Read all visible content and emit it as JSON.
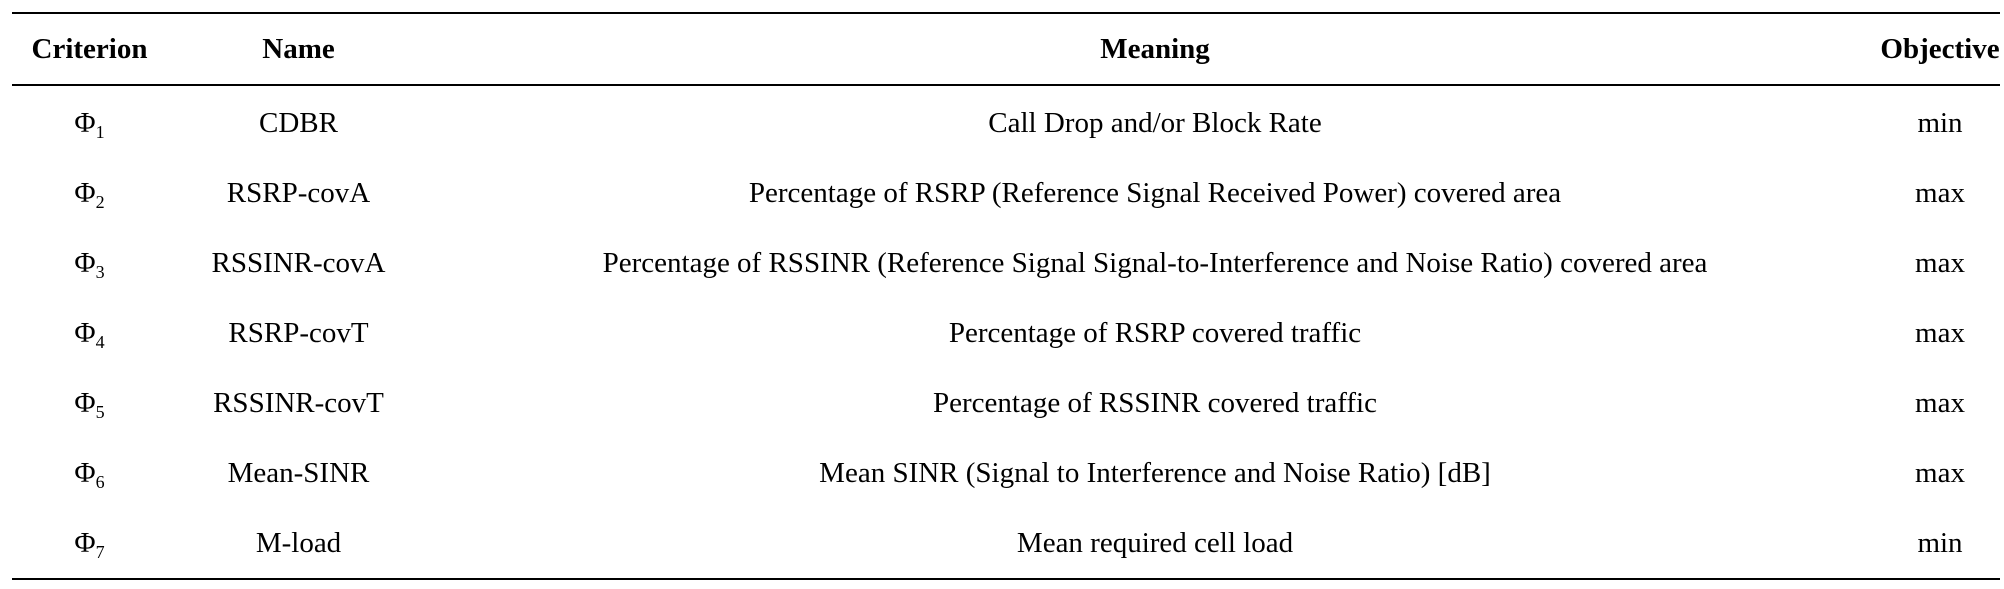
{
  "table": {
    "headers": [
      "Criterion",
      "Name",
      "Meaning",
      "Objective"
    ],
    "rows": [
      {
        "symbol": "Φ",
        "subscript": "1",
        "name": "CDBR",
        "meaning": "Call Drop and/or Block Rate",
        "objective": "min"
      },
      {
        "symbol": "Φ",
        "subscript": "2",
        "name": "RSRP-covA",
        "meaning": "Percentage of RSRP (Reference Signal Received Power) covered area",
        "objective": "max"
      },
      {
        "symbol": "Φ",
        "subscript": "3",
        "name": "RSSINR-covA",
        "meaning": "Percentage of RSSINR (Reference Signal Signal-to-Interference and Noise Ratio) covered area",
        "objective": "max"
      },
      {
        "symbol": "Φ",
        "subscript": "4",
        "name": "RSRP-covT",
        "meaning": "Percentage of RSRP covered traffic",
        "objective": "max"
      },
      {
        "symbol": "Φ",
        "subscript": "5",
        "name": "RSSINR-covT",
        "meaning": "Percentage of RSSINR covered traffic",
        "objective": "max"
      },
      {
        "symbol": "Φ",
        "subscript": "6",
        "name": "Mean-SINR",
        "meaning": "Mean SINR (Signal to Interference and Noise Ratio) [dB]",
        "objective": "max"
      },
      {
        "symbol": "Φ",
        "subscript": "7",
        "name": "M-load",
        "meaning": "Mean required cell load",
        "objective": "min"
      }
    ]
  }
}
